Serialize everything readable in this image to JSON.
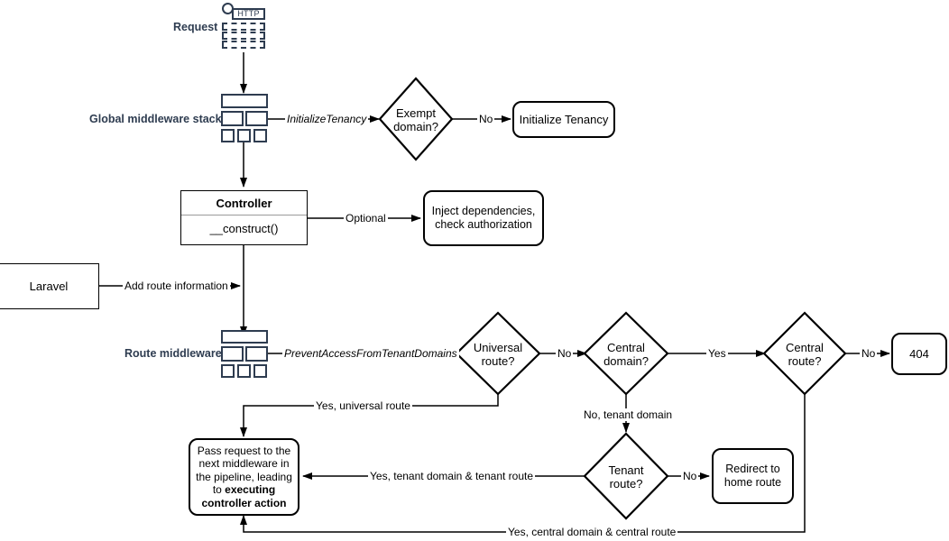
{
  "diagram": {
    "title": "Laravel multi-tenancy request lifecycle flowchart",
    "stroke_color": "#000000",
    "icon_color": "#2e3c50"
  },
  "nodes": {
    "request_label": "Request",
    "request_icon": "http-request-icon",
    "http_badge": "HTTP",
    "global_middleware_label": "Global middleware stack",
    "global_middleware_icon": "middleware-stack-icon",
    "exempt_domain": "Exempt\ndomain?",
    "exempt_domain_line1": "Exempt",
    "exempt_domain_line2": "domain?",
    "initialize_tenancy": "Initialize Tenancy",
    "controller_title": "Controller",
    "controller_method": "__construct()",
    "inject_deps_line1": "Inject dependencies,",
    "inject_deps_line2": "check authorization",
    "laravel": "Laravel",
    "route_middleware_label": "Route middleware",
    "route_middleware_icon": "middleware-stack-icon",
    "universal_route_line1": "Universal",
    "universal_route_line2": "route?",
    "central_domain_line1": "Central",
    "central_domain_line2": "domain?",
    "central_route_line1": "Central",
    "central_route_line2": "route?",
    "not_found": "404",
    "tenant_route_line1": "Tenant",
    "tenant_route_line2": "route?",
    "redirect_home_line1": "Redirect to",
    "redirect_home_line2": "home route",
    "pass_request_text_1": "Pass request to the",
    "pass_request_text_2": "next middleware in",
    "pass_request_text_3": "the pipeline, leading",
    "pass_request_text_4": "to ",
    "pass_request_bold_1": "executing",
    "pass_request_bold_2": "controller action"
  },
  "edges": {
    "initialize_tenancy_mw": "InitializeTenancy",
    "exempt_no": "No",
    "controller_optional": "Optional",
    "add_route_information": "Add route information",
    "prevent_access": "PreventAccessFromTenantDomains",
    "universal_no": "No",
    "universal_yes": "Yes, universal route",
    "central_domain_yes": "Yes",
    "central_domain_no": "No, tenant domain",
    "central_route_no": "No",
    "tenant_route_no": "No",
    "tenant_yes": "Yes, tenant domain & tenant route",
    "central_yes": "Yes, central domain & central route"
  }
}
